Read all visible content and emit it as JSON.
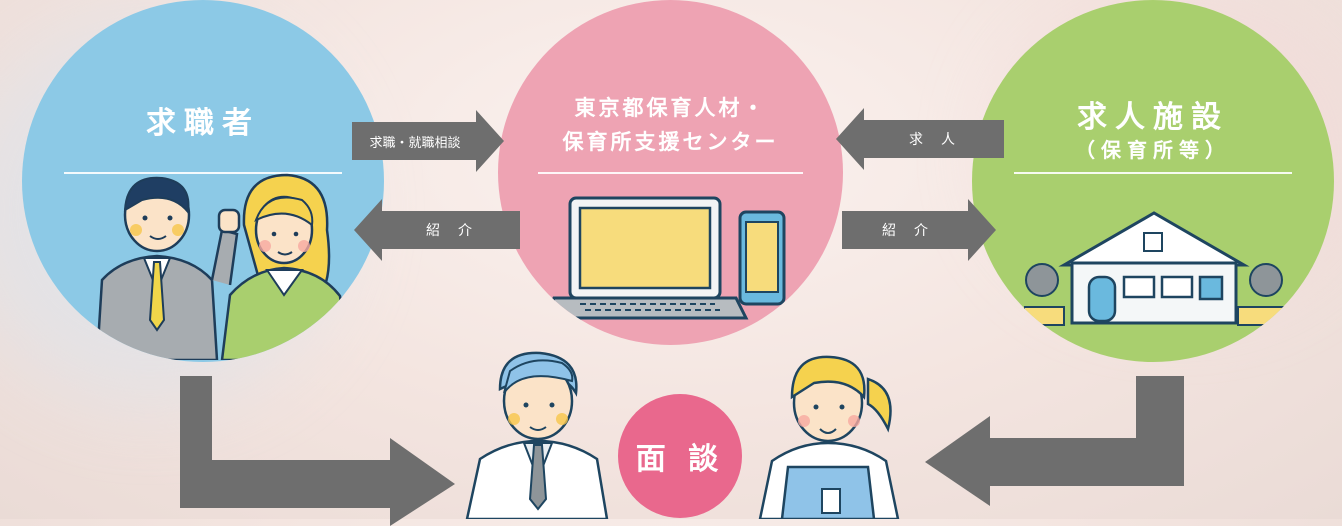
{
  "job_seeker": {
    "title": "求職者"
  },
  "center": {
    "title_line1": "東京都保育人材・",
    "title_line2": "保育所支援センター"
  },
  "facility": {
    "title_line1": "求人施設",
    "title_line2": "（保育所等）"
  },
  "arrows": {
    "seeker_to_center": "求職・就職相談",
    "center_to_seeker": "紹　介",
    "facility_to_center": "求　人",
    "center_to_facility": "紹　介"
  },
  "interview": {
    "label": "面 談"
  },
  "colors": {
    "seeker": "#8cc9e6",
    "center": "#eea3b3",
    "facility": "#a9cf6e",
    "interview": "#e9688d",
    "arrow": "#6e6e6e"
  }
}
